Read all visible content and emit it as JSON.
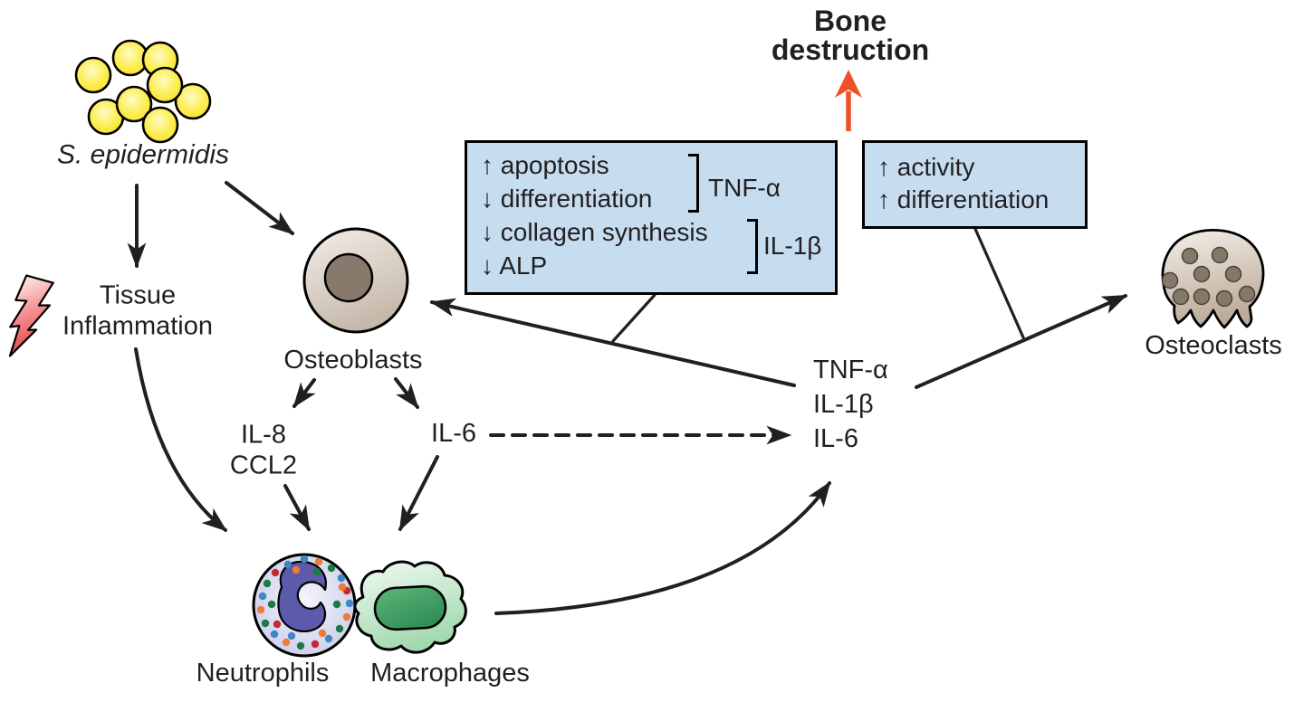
{
  "figure": {
    "bacteria_label": "S. epidermidis",
    "bone_destruction": {
      "line1": "Bone",
      "line2": "destruction"
    },
    "tissue_inflammation": {
      "line1": "Tissue",
      "line2": "Inflammation"
    },
    "osteoblasts_label": "Osteoblasts",
    "osteoclasts_label": "Osteoclasts",
    "neutrophils_label": "Neutrophils",
    "macrophages_label": "Macrophages",
    "chemokines": {
      "il8": "IL-8",
      "ccl2": "CCL2"
    },
    "il6_label": "IL-6",
    "cytokine_stack": {
      "line1": "TNF-α",
      "line2": "IL-1β",
      "line3": "IL-6"
    },
    "osteoblast_effects_box": {
      "line1": "↑ apoptosis",
      "line2": "↓ differentiation",
      "line3": "↓ collagen synthesis",
      "line4": "↓ ALP",
      "bracket1_label": "TNF-α",
      "bracket2_label": "IL-1β"
    },
    "osteoclast_effects_box": {
      "line1": "↑ activity",
      "line2": "↑ differentiation"
    },
    "colors": {
      "box_fill": "#c5ddef",
      "box_border": "#000000",
      "bone_arrow_red": "#ef5126",
      "bacteria_yellow": "#f9e32f",
      "osteoblast_body": "#d9cec2",
      "osteoblast_nucleus": "#877a6c",
      "osteoclast_body": "#cfc0af",
      "osteoclast_nucleus": "#847968",
      "neutrophil_body": "#ccd0ea",
      "neutrophil_nucleus": "#5b5aab",
      "macrophage_body": "#b9e2c3",
      "macrophage_nucleus": "#3f9e63",
      "granule_palette": [
        "#f07a38",
        "#3e86c4",
        "#1d7a45",
        "#c5282f"
      ],
      "lightning_red": "#e54848",
      "arrow_black": "#231f20"
    }
  }
}
